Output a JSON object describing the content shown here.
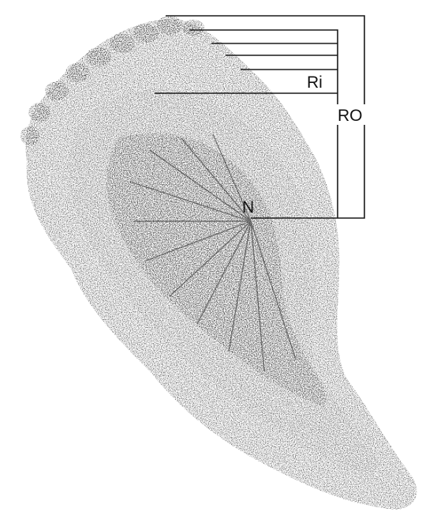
{
  "labels": {
    "nucleus": "N",
    "inner_ring": "Ri",
    "outer_ring": "RO"
  },
  "colors": {
    "background": "#ffffff",
    "stipple_dark": "#2b2b2b",
    "stipple_mid": "#6a6a6a",
    "leader_line": "#1a1a1a"
  }
}
